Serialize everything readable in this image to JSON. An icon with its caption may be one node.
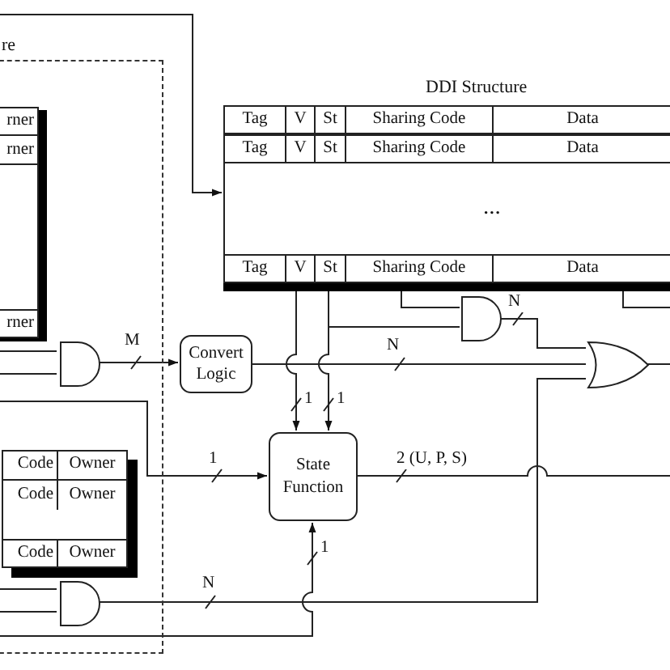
{
  "diagram": {
    "nodes": [
      {
        "text": [
          "re"
        ]
      },
      {
        "text": [
          "DDI Structure"
        ]
      },
      {
        "text": [],
        "shape": "box",
        "in": 0
      },
      {
        "text": [
          "Convert Logic"
        ]
      },
      {
        "text": [
          "State Function"
        ]
      },
      {
        "text": [],
        "shape": "gate",
        "in": 0
      },
      {
        "text": [],
        "shape": "gate"
      },
      {
        "text": [],
        "shape": "gate"
      },
      {
        "text": [],
        "shape": "box",
        "in": 0
      },
      {
        "text": [],
        "shape": "gate",
        "in": 0
      }
    ],
    "edges": [
      {
        "from": null,
        "to": 1,
        "arrow": "to"
      },
      {
        "from": 2,
        "to": 5,
        "arrow": "none"
      },
      {
        "from": null,
        "to": 5,
        "arrow": "none"
      },
      {
        "from": 5,
        "to": 3,
        "arrow": "to",
        "label": "M"
      },
      {
        "from": 3,
        "to": 7,
        "arrow": "none",
        "label": "N"
      },
      {
        "from": 1,
        "to": 4,
        "arrow": "to",
        "label": "1"
      },
      {
        "from": 1,
        "to": 4,
        "arrow": "to",
        "label": "1"
      },
      {
        "from": 1,
        "to": 6,
        "arrow": "none"
      },
      {
        "from": 1,
        "to": 6,
        "arrow": "none"
      },
      {
        "from": 1,
        "to": null,
        "arrow": "none"
      },
      {
        "from": 6,
        "to": 7,
        "arrow": "none",
        "label": "N"
      },
      {
        "from": 0,
        "to": 4,
        "arrow": "to",
        "label": "1"
      },
      {
        "from": 4,
        "to": null,
        "arrow": "none",
        "label": "2 (U, P, S)"
      },
      {
        "from": 7,
        "to": null,
        "arrow": "none"
      },
      {
        "from": null,
        "to": 9,
        "arrow": "none"
      },
      {
        "from": null,
        "to": 9,
        "arrow": "none"
      },
      {
        "from": 9,
        "to": 7,
        "arrow": "none",
        "label": "N"
      },
      {
        "from": 0,
        "to": 4,
        "arrow": "to",
        "label": "1"
      }
    ],
    "labels": [
      "rner",
      "rner",
      "rner",
      "Tag",
      "V",
      "St",
      "Sharing Code",
      "Data",
      "Tag",
      "V",
      "St",
      "Sharing Code",
      "Data",
      "...",
      "Tag",
      "V",
      "St",
      "Sharing Code",
      "Data",
      "Code",
      "Owner",
      "Code",
      "Owner",
      "Code",
      "Owner"
    ]
  }
}
